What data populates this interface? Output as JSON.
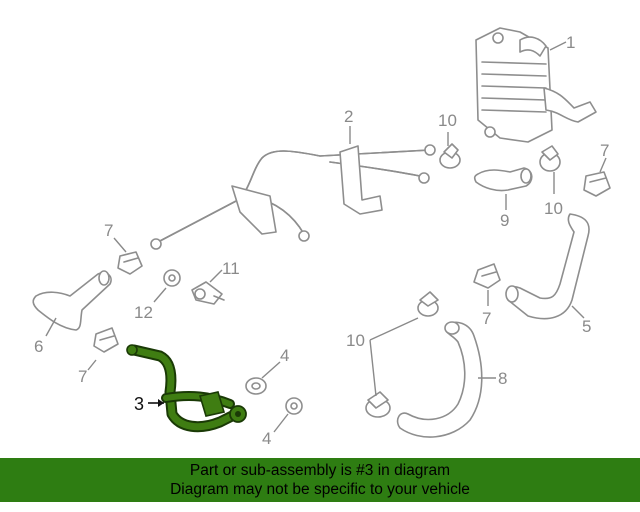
{
  "callouts": {
    "c1": "1",
    "c2": "2",
    "c3": "3",
    "c4a": "4",
    "c4b": "4",
    "c5": "5",
    "c6": "6",
    "c7a": "7",
    "c7b": "7",
    "c7c": "7",
    "c7d": "7",
    "c8": "8",
    "c9": "9",
    "c10a": "10",
    "c10b": "10",
    "c10c": "10",
    "c11": "11",
    "c12": "12"
  },
  "banner": {
    "line1": "Part or sub-assembly is #3 in diagram",
    "line2": "Diagram may not be specific to your vehicle"
  },
  "colors": {
    "highlight": "#3f7d12",
    "banner": "#2e7d12",
    "line": "#8e8e8e"
  }
}
